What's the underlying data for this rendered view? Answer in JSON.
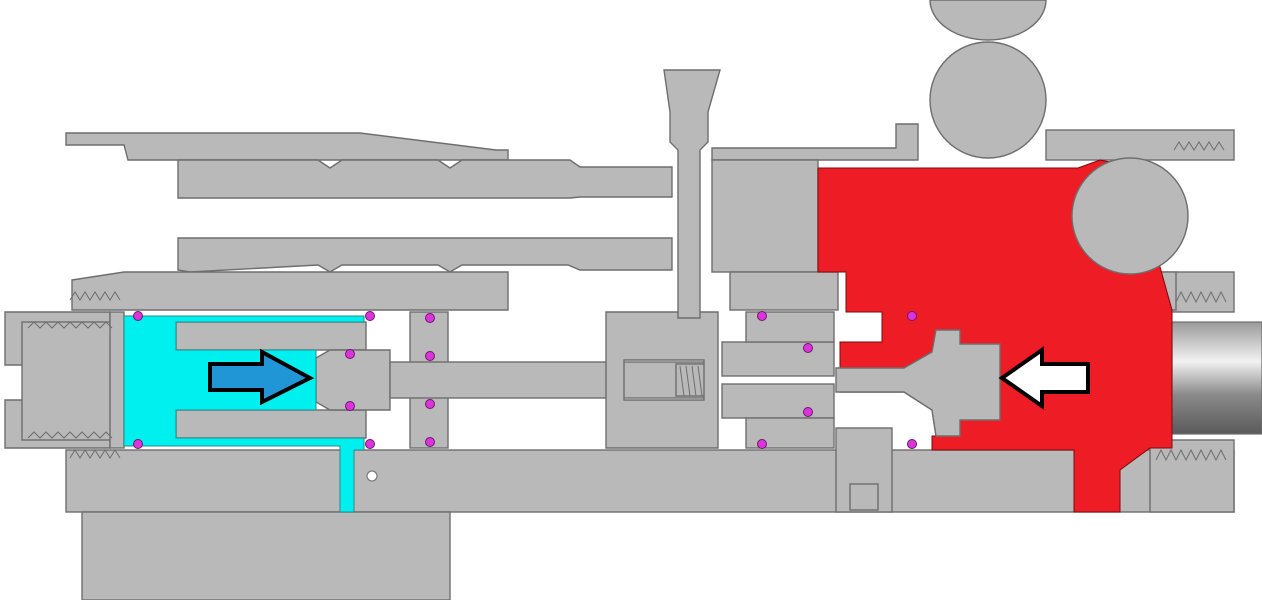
{
  "diagram": {
    "colors": {
      "background": "#ffffff",
      "steel": "#b9b9b9",
      "outline": "#6e6e6e",
      "low_pressure_fluid": "#00f0f0",
      "high_pressure_fluid": "#ee1c24",
      "seal": "#dd33dd",
      "arrow_fill_left": "#2196d6",
      "arrow_fill_right": "#ffffff",
      "arrow_stroke": "#000000"
    },
    "regions": [
      {
        "name": "low-pressure-chamber",
        "fluid": "low_pressure_fluid"
      },
      {
        "name": "high-pressure-chamber",
        "fluid": "high_pressure_fluid"
      }
    ],
    "arrows": [
      {
        "name": "intake-arrow",
        "direction": "right",
        "fill": "arrow_fill_left"
      },
      {
        "name": "pressure-arrow",
        "direction": "left",
        "fill": "arrow_fill_right"
      }
    ],
    "icons": [
      "seal-ring-icon",
      "roller-icon",
      "thread-icon"
    ]
  }
}
